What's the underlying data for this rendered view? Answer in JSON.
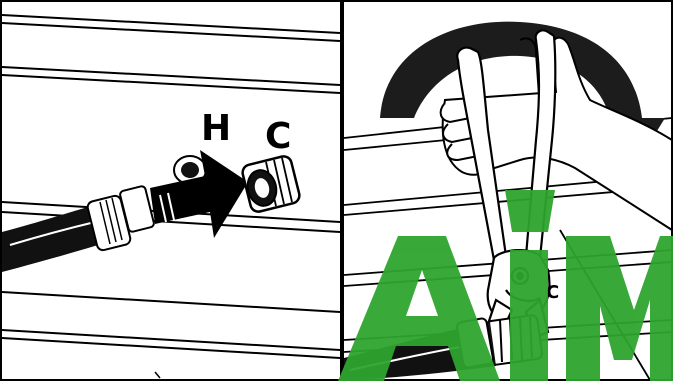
{
  "panels": [
    {
      "id": "left",
      "labels": {
        "hot": "H",
        "cold": "C"
      },
      "icons": [
        "hose-icon",
        "connector-icon",
        "arrow-right-icon"
      ]
    },
    {
      "id": "right",
      "labels": {
        "pliers": "C"
      },
      "icons": [
        "rotation-arrow-icon",
        "pliers-icon",
        "hand-icon",
        "hose-icon"
      ]
    }
  ],
  "watermark": {
    "text": "AiMa",
    "color": "#2ea52e"
  },
  "colors": {
    "line": "#000000",
    "background": "#ffffff",
    "rotation_arrow": "#1c1c1c"
  }
}
